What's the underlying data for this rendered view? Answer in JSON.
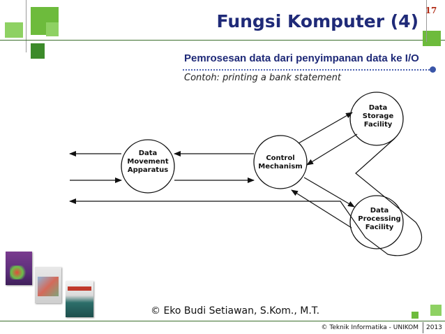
{
  "slide": {
    "title": "Fungsi Komputer (4)",
    "page_number": "17",
    "subtitle": "Pemrosesan data dari penyimpanan data ke I/O",
    "example": "Contoh: printing a bank statement"
  },
  "diagram": {
    "nodes": {
      "movement": [
        "Data",
        "Movement",
        "Apparatus"
      ],
      "control": [
        "Control",
        "Mechanism"
      ],
      "storage": [
        "Data",
        "Storage",
        "Facility"
      ],
      "processing": [
        "Data",
        "Processing",
        "Facility"
      ]
    }
  },
  "footer": {
    "author": "© Eko Budi Setiawan, S.Kom., M.T.",
    "institution": "© Teknik Informatika - UNIKOM",
    "year": "2013"
  },
  "colors": {
    "title": "#1f2a78",
    "accent_green": "#6dbb3c",
    "line_green": "#3b6e2c",
    "page_number": "#b02a14",
    "dot_line": "#4c62b0"
  }
}
